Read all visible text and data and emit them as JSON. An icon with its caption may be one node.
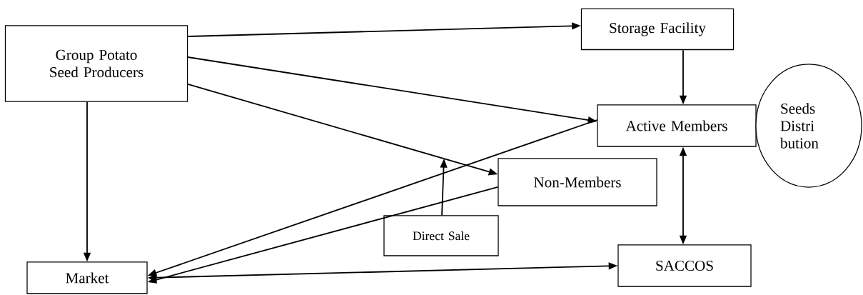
{
  "diagram": {
    "nodes": [
      {
        "text": [
          "Group Potato Seed Producers"
        ]
      },
      {
        "text": [
          "Storage Facility"
        ]
      },
      {
        "text": [
          "Active Members"
        ]
      },
      {
        "text": [
          "Seeds Distri bution"
        ]
      },
      {
        "text": [
          "Non-Members"
        ]
      },
      {
        "text": [
          "Direct Sale"
        ]
      },
      {
        "text": [
          "Market"
        ]
      },
      {
        "text": [
          "SACCOS"
        ]
      }
    ],
    "edges": [
      {
        "from": 0,
        "to": 1,
        "arrow": "to"
      },
      {
        "from": 0,
        "to": 2,
        "arrow": "to"
      },
      {
        "from": 0,
        "to": 4,
        "arrow": "to"
      },
      {
        "from": 0,
        "to": 6,
        "arrow": "to"
      },
      {
        "from": 1,
        "to": 2,
        "arrow": "to"
      },
      {
        "from": 2,
        "to": 6,
        "arrow": "to"
      },
      {
        "from": 4,
        "to": 6,
        "arrow": "to"
      },
      {
        "from": 6,
        "to": 7,
        "arrow": "both"
      },
      {
        "from": 2,
        "to": 7,
        "arrow": "both"
      },
      {
        "from": 5,
        "to": null,
        "arrow": "to"
      }
    ]
  }
}
